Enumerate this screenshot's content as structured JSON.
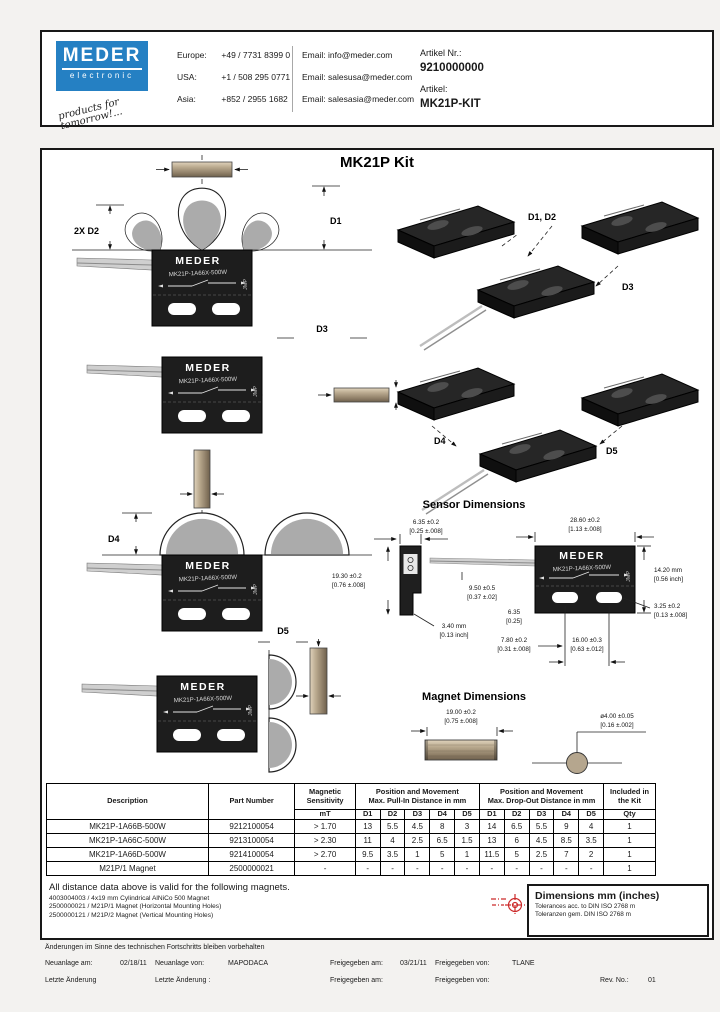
{
  "header": {
    "logo": {
      "line1": "MEDER",
      "line2": "electronic",
      "tagline": "products for tomorrow!...",
      "brand_color": "#2580c3"
    },
    "contacts": [
      {
        "region": "Europe:",
        "phone": "+49 / 7731 8399 0",
        "email_label": "Email:",
        "email": "info@meder.com"
      },
      {
        "region": "USA:",
        "phone": "+1 / 508 295 0771",
        "email_label": "Email:",
        "email": "salesusa@meder.com"
      },
      {
        "region": "Asia:",
        "phone": "+852 / 2955 1682",
        "email_label": "Email:",
        "email": "salesasia@meder.com"
      }
    ],
    "artikel_nr_label": "Artikel Nr.:",
    "artikel_nr": "9210000000",
    "artikel_label": "Artikel:",
    "artikel": "MK21P-KIT"
  },
  "drawing": {
    "title": "MK21P Kit",
    "sensor_label_line1": "MEDER",
    "sensor_label_line2": "MK21P-1A66X-500W",
    "sensor_side_label": "JMP",
    "labels": {
      "d1": "D1",
      "d2x": "2X D2",
      "d3": "D3",
      "d4": "D4",
      "d5": "D5",
      "d1d2": "D1, D2"
    },
    "sensor_dimensions_heading": "Sensor Dimensions",
    "magnet_dimensions_heading": "Magnet Dimensions",
    "sd": {
      "w635": {
        "l1": "6.35 ±0.2",
        "l2": "[0.25 ±.008]"
      },
      "h1930": {
        "l1": "19.30 ±0.2",
        "l2": "[0.76 ±.008]"
      },
      "wire950": {
        "l1": "9.50 ±0.5",
        "l2": "[0.37 ±.02]"
      },
      "t340": {
        "l1": "3.40 mm",
        "l2": "[0.13 inch]"
      },
      "w2860": {
        "l1": "28.60 ±0.2",
        "l2": "[1.13 ±.008]"
      },
      "h1420": {
        "l1": "14.20 mm",
        "l2": "[0.56 inch]"
      },
      "slot325": {
        "l1": "3.25 ±0.2",
        "l2": "[0.13 ±.008]"
      },
      "off635": {
        "l1": "6.35",
        "l2": "[0.25]"
      },
      "edge780": {
        "l1": "7.80 ±0.2",
        "l2": "[0.31 ±.008]"
      },
      "dist1600": {
        "l1": "16.00 ±0.3",
        "l2": "[0.63 ±.012]"
      }
    },
    "md": {
      "len": {
        "l1": "19.00 ±0.2",
        "l2": "[0.75 ±.008]"
      },
      "dia": {
        "l1": "ø4.00 ±0.05",
        "l2": "[0.16 ±.002]"
      }
    }
  },
  "table": {
    "header": {
      "description": "Description",
      "part_number": "Part Number",
      "sensitivity_l1": "Magnetic",
      "sensitivity_l2": "Sensitivity",
      "pullin_l1": "Position and Movement",
      "pullin_l2": "Max. Pull-In Distance in mm",
      "dropout_l1": "Position and Movement",
      "dropout_l2": "Max. Drop-Out Distance in mm",
      "included_l1": "Included in",
      "included_l2": "the Kit",
      "unit": "mT",
      "d_cols": [
        "D1",
        "D2",
        "D3",
        "D4",
        "D5"
      ],
      "qty": "Qty"
    },
    "rows": [
      {
        "description": "MK21P-1A66B-500W",
        "part": "9212100054",
        "sens": "> 1.70",
        "pullin": [
          "13",
          "5.5",
          "4.5",
          "8",
          "3"
        ],
        "dropout": [
          "14",
          "6.5",
          "5.5",
          "9",
          "4"
        ],
        "qty": "1"
      },
      {
        "description": "MK21P-1A66C-500W",
        "part": "9213100054",
        "sens": "> 2.30",
        "pullin": [
          "11",
          "4",
          "2.5",
          "6.5",
          "1.5"
        ],
        "dropout": [
          "13",
          "6",
          "4.5",
          "8.5",
          "3.5"
        ],
        "qty": "1"
      },
      {
        "description": "MK21P-1A66D-500W",
        "part": "9214100054",
        "sens": "> 2.70",
        "pullin": [
          "9.5",
          "3.5",
          "1",
          "5",
          "1"
        ],
        "dropout": [
          "11.5",
          "5",
          "2.5",
          "7",
          "2"
        ],
        "qty": "1"
      },
      {
        "description": "M21P/1 Magnet",
        "part": "2500000021",
        "sens": "-",
        "pullin": [
          "-",
          "-",
          "-",
          "-",
          "-"
        ],
        "dropout": [
          "-",
          "-",
          "-",
          "-",
          "-"
        ],
        "qty": "1"
      }
    ]
  },
  "notes": {
    "intro": "All distance data above is valid for the following magnets.",
    "magnets": [
      "4003004003 / 4x19 mm Cylindrical AlNiCo 500 Magnet",
      "2500000021 / M21P/1 Magnet (Horizontal Mounting Holes)",
      "2500000121 / M21P/2 Magnet (Vertical Mounting Holes)"
    ]
  },
  "dim_box": {
    "title": "Dimensions mm (inches)",
    "sub1": "Tolerances acc. to DIN ISO 2768 m",
    "sub2": "Toleranzen gem. DIN ISO 2768 m"
  },
  "footer": {
    "notice": "Änderungen im Sinne des technischen Fortschritts bleiben vorbehalten",
    "created_label": "Neuanlage am:",
    "created": "02/18/11",
    "created_by_label": "Neuanlage von:",
    "created_by": "MAPODACA",
    "released_label": "Freigegeben am:",
    "released": "03/21/11",
    "released_by_label": "Freigegeben von:",
    "released_by": "TLANE",
    "change_label": "Letzte Änderung",
    "change2_label": "Letzte Änderung :",
    "released2_label": "Freigegeben am:",
    "released_by2_label": "Freigegeben von:",
    "rev_label": "Rev. No.:",
    "rev": "01"
  }
}
